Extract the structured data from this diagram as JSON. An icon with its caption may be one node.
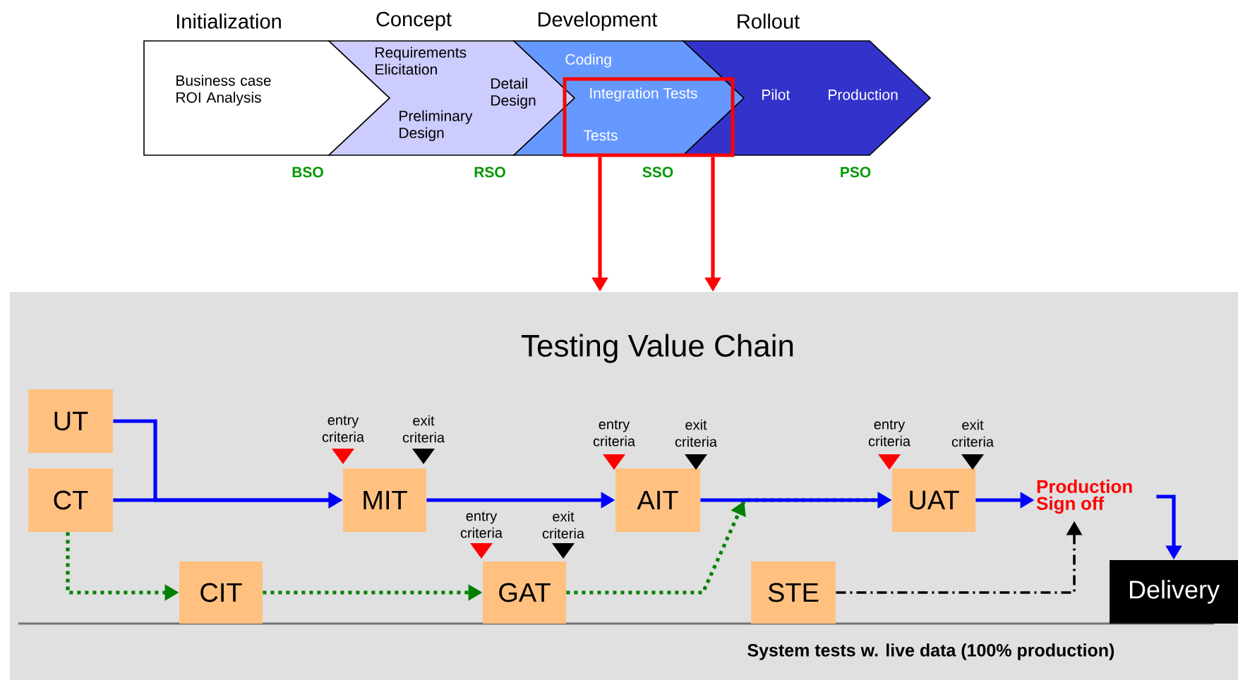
{
  "diagram": {
    "nodes": [
      {
        "text": [
          "Initialization",
          "Business case ROI Analysis"
        ],
        "beside": [
          "BSO"
        ]
      },
      {
        "text": [
          "Concept",
          "Requirements Elicitation",
          "Preliminary Design",
          "Detail Design"
        ],
        "beside": [
          "RSO"
        ]
      },
      {
        "text": [
          "Development",
          "Coding"
        ],
        "beside": [
          "SSO"
        ]
      },
      {
        "text": [
          "Rollout",
          "Pilot",
          "Production"
        ],
        "beside": [
          "PSO"
        ]
      },
      {
        "text": [
          "Integration Tests",
          "Tests"
        ],
        "in": 2
      },
      {
        "text": [
          "Testing Value Chain"
        ]
      },
      {
        "text": [
          "UT"
        ],
        "in": 5
      },
      {
        "text": [
          "CT"
        ],
        "in": 5
      },
      {
        "text": [
          "MIT"
        ],
        "in": 5
      },
      {
        "text": [
          "CIT"
        ],
        "in": 5
      },
      {
        "text": [
          "GAT"
        ],
        "in": 5
      },
      {
        "text": [
          "AIT"
        ],
        "in": 5
      },
      {
        "text": [
          "UAT"
        ],
        "in": 5
      },
      {
        "text": [
          "STE"
        ],
        "in": 5,
        "beside": [
          "System tests w. live data (100% production)"
        ]
      },
      {
        "text": [
          "Production Sign off"
        ],
        "in": 5
      },
      {
        "text": [
          "Delivery"
        ],
        "in": 5
      }
    ],
    "edges": [
      {
        "from": 4,
        "to": 5,
        "arrow": "to",
        "color": "#ff0000"
      },
      {
        "from": 4,
        "to": 5,
        "arrow": "to",
        "color": "#ff0000"
      },
      {
        "from": 6,
        "to": 8,
        "arrow": "to"
      },
      {
        "from": 7,
        "to": 8,
        "arrow": "to"
      },
      {
        "from": 8,
        "to": 11,
        "arrow": "to"
      },
      {
        "from": 11,
        "to": 12,
        "arrow": "to"
      },
      {
        "from": 12,
        "to": 14,
        "arrow": "to"
      },
      {
        "from": 14,
        "to": 15,
        "arrow": "to"
      },
      {
        "from": 7,
        "to": 9,
        "arrow": "to",
        "style": "dashed",
        "color": "#008000"
      },
      {
        "from": 9,
        "to": 10,
        "arrow": "to",
        "style": "dashed",
        "color": "#008000"
      },
      {
        "from": 10,
        "to": 12,
        "arrow": "to",
        "style": "dashed",
        "color": "#008000"
      },
      {
        "from": 13,
        "to": 14,
        "arrow": "to",
        "style": "dashed",
        "color": "#000000"
      }
    ],
    "labels": [
      "entry criteria",
      "exit criteria",
      "entry criteria",
      "exit criteria",
      "entry criteria",
      "exit criteria",
      "entry criteria",
      "exit criteria"
    ]
  }
}
